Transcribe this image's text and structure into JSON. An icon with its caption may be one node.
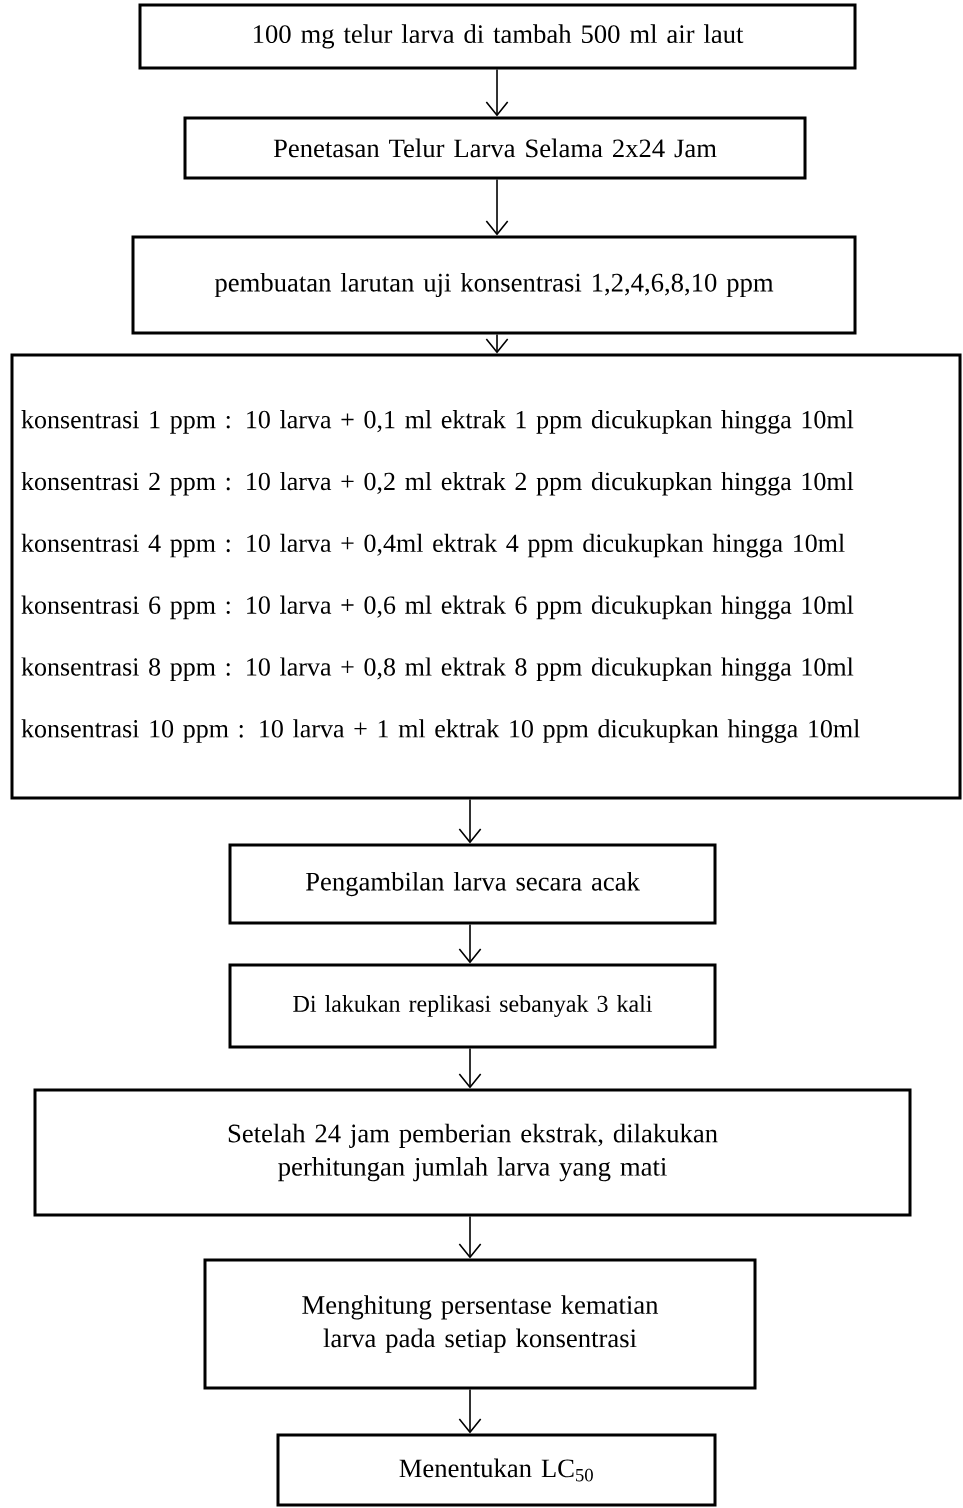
{
  "diagram": {
    "nodes": [
      {
        "text": [
          "100 mg telur larva di tambah 500 ml air laut"
        ]
      },
      {
        "text": [
          "Penetasan Telur Larva Selama 2x24 Jam"
        ]
      },
      {
        "text": [
          "pembuatan larutan uji konsentrasi 1,2,4,6,8,10 ppm"
        ]
      },
      {
        "text": [
          "konsentrasi 1 ppm : 10 larva + 0,1 ml ektrak 1 ppm dicukupkan hingga 10ml",
          "konsentrasi 2 ppm : 10 larva + 0,2 ml ektrak 2 ppm dicukupkan hingga 10ml",
          "konsentrasi 4  ppm : 10 larva + 0,4ml ektrak 4 ppm dicukupkan hingga 10ml",
          "konsentrasi 6  ppm : 10 larva + 0,6 ml ektrak 6 ppm dicukupkan hingga 10ml",
          "konsentrasi 8 ppm : 10 larva + 0,8 ml ektrak 8 ppm dicukupkan hingga 10ml",
          "konsentrasi 10 ppm : 10 larva + 1 ml ektrak 10 ppm dicukupkan hingga 10ml"
        ]
      },
      {
        "text": [
          "Pengambilan larva secara acak"
        ]
      },
      {
        "text": [
          "Di lakukan replikasi sebanyak 3 kali"
        ]
      },
      {
        "text": [
          "Setelah 24 jam pemberian ekstrak, dilakukan perhitungan jumlah larva yang mati"
        ]
      },
      {
        "text": [
          "Menghitung persentase kematian larva pada setiap konsentrasi"
        ]
      },
      {
        "text": [
          "Menentukan LC$_{50}$"
        ]
      }
    ],
    "edges": [
      {
        "from": 0,
        "to": 1,
        "arrow": "to"
      },
      {
        "from": 1,
        "to": 2,
        "arrow": "to"
      },
      {
        "from": 2,
        "to": 3,
        "arrow": "to"
      },
      {
        "from": 3,
        "to": 4,
        "arrow": "to"
      },
      {
        "from": 4,
        "to": 5,
        "arrow": "to"
      },
      {
        "from": 5,
        "to": 6,
        "arrow": "to"
      },
      {
        "from": 6,
        "to": 7,
        "arrow": "to"
      },
      {
        "from": 7,
        "to": 8,
        "arrow": "to"
      }
    ]
  }
}
